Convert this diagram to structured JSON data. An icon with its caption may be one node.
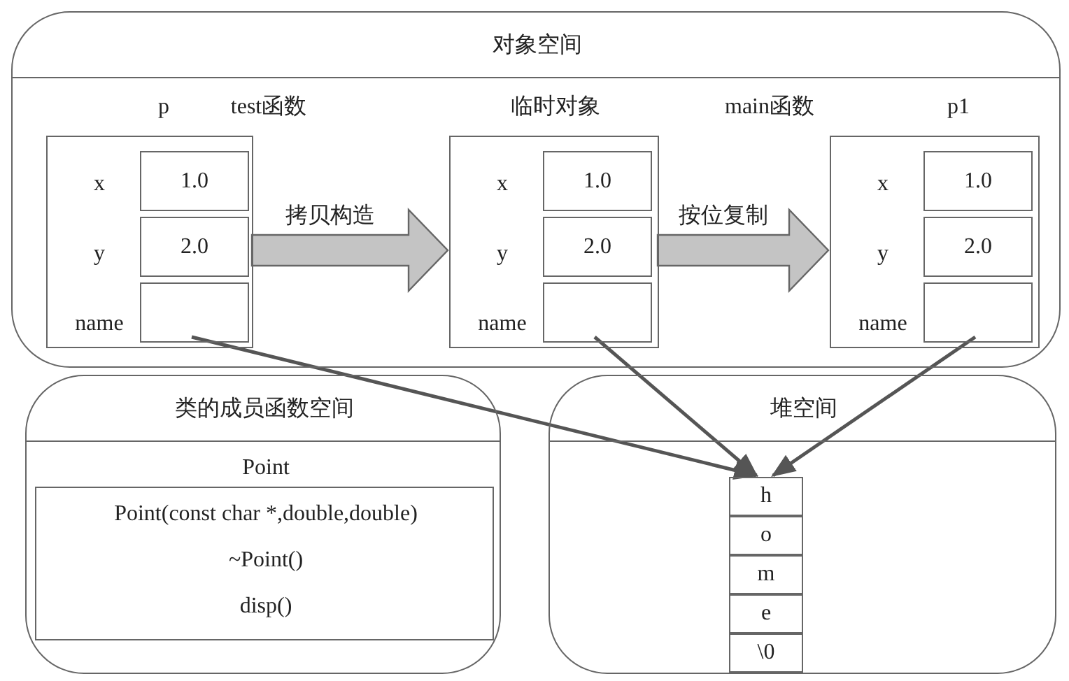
{
  "diagram": {
    "nodes": [
      {
        "text": [
          "对象空间"
        ]
      },
      {
        "text": [
          "p",
          "x",
          "y",
          "name"
        ],
        "beside": [
          "test函数"
        ],
        "in": 0
      },
      {
        "text": [
          "1.0"
        ],
        "in": 1
      },
      {
        "text": [
          "2.0"
        ],
        "in": 1
      },
      {
        "text": [],
        "shape": "box",
        "in": 1
      },
      {
        "text": [
          "临时对象",
          "x",
          "y",
          "name"
        ],
        "in": 0
      },
      {
        "text": [
          "1.0"
        ],
        "in": 5
      },
      {
        "text": [
          "2.0"
        ],
        "in": 5
      },
      {
        "text": [],
        "shape": "box",
        "in": 5
      },
      {
        "text": [
          "p1",
          "x",
          "y",
          "name"
        ],
        "beside": [
          "main函数"
        ],
        "in": 0
      },
      {
        "text": [
          "1.0"
        ],
        "in": 9
      },
      {
        "text": [
          "2.0"
        ],
        "in": 9
      },
      {
        "text": [],
        "shape": "box",
        "in": 9
      },
      {
        "text": [
          "类的成员函数空间"
        ]
      },
      {
        "text": [
          "Point",
          "Point(const char *,double,double)",
          "~Point()",
          "disp()"
        ],
        "in": 13
      },
      {
        "text": [
          "堆空间"
        ]
      },
      {
        "text": [
          "h"
        ],
        "in": 15
      },
      {
        "text": [
          "o"
        ],
        "in": 15
      },
      {
        "text": [
          "m"
        ],
        "in": 15
      },
      {
        "text": [
          "e"
        ],
        "in": 15
      },
      {
        "text": [
          "\\0"
        ],
        "in": 15
      }
    ],
    "edges": [
      {
        "from": 1,
        "to": 5,
        "arrow": "to",
        "label": "拷贝构造",
        "style": "thick",
        "color": "#c4c4c4"
      },
      {
        "from": 5,
        "to": 9,
        "arrow": "to",
        "label": "按位复制",
        "style": "thick",
        "color": "#c4c4c4"
      },
      {
        "from": 4,
        "to": 16,
        "arrow": "to"
      },
      {
        "from": 8,
        "to": 16,
        "arrow": "to"
      },
      {
        "from": 12,
        "to": 16,
        "arrow": "to"
      }
    ]
  }
}
